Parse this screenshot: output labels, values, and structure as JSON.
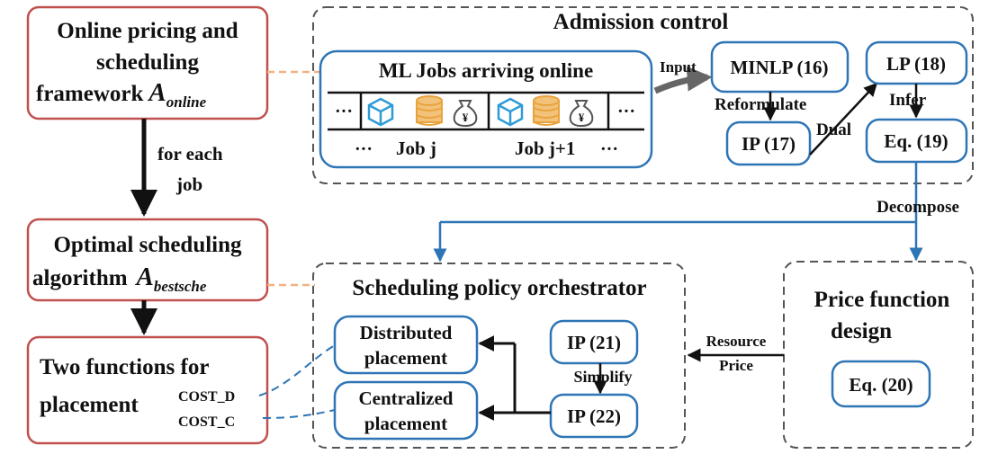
{
  "frameworks": {
    "online": {
      "line1": "Online pricing  and",
      "line2": "scheduling",
      "line3": "framework",
      "symbol": "A",
      "sub": "online"
    },
    "for_each": {
      "line1": "for each",
      "line2": "job"
    },
    "optimal": {
      "line1": "Optimal scheduling",
      "line2": "algorithm",
      "symbol": "A",
      "sub": "bestsche"
    },
    "two_functions": {
      "line1": "Two functions for",
      "line2": "placement",
      "cost_d": "COST_D",
      "cost_c": "COST_C"
    }
  },
  "admission": {
    "title": "Admission  control",
    "jobs_title": "ML Jobs arriving online",
    "ellipsis": "···",
    "job_j": "Job j",
    "job_j1": "Job j+1",
    "input": "Input",
    "minlp": "MINLP (16)",
    "reformulate": "Reformulate",
    "ip17": "IP (17)",
    "dual": "Dual",
    "lp18": "LP (18)",
    "infer": "Infer",
    "eq19": "Eq. (19)",
    "yen": "¥"
  },
  "decompose": "Decompose",
  "orchestrator": {
    "title": "Scheduling policy orchestrator",
    "distributed": {
      "line1": "Distributed",
      "line2": "placement"
    },
    "centralized": {
      "line1": "Centralized",
      "line2": "placement"
    },
    "ip21": "IP (21)",
    "simplify": "Simplify",
    "ip22": "IP (22)"
  },
  "price": {
    "title1": "Price function",
    "title2": "design",
    "eq20": "Eq. (20)",
    "resource": "Resource",
    "price_label": "Price"
  },
  "colors": {
    "red": "#c0504d",
    "blue": "#2e75b6",
    "orange": "#f4b183",
    "gray": "#555555",
    "db": "#e8a33d",
    "cube": "#2e9bd6"
  }
}
